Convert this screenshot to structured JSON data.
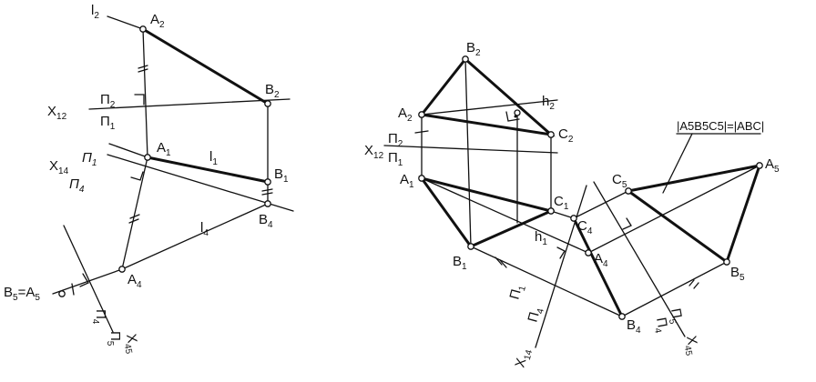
{
  "left_figure": {
    "line_l2": {
      "base": "l",
      "sub": "2"
    },
    "line_l1": {
      "base": "l",
      "sub": "1"
    },
    "line_l4": {
      "base": "l",
      "sub": "4"
    },
    "point_A2": {
      "base": "A",
      "sub": "2"
    },
    "point_B2": {
      "base": "B",
      "sub": "2"
    },
    "point_A1": {
      "base": "A",
      "sub": "1"
    },
    "point_B1": {
      "base": "B",
      "sub": "1"
    },
    "point_B4": {
      "base": "B",
      "sub": "4"
    },
    "point_A4": {
      "base": "A",
      "sub": "4"
    },
    "point_B5A5": {
      "b": "B",
      "b_sub": "5",
      "eq": "=A",
      "a_sub": "5"
    },
    "axis_x12": {
      "base": "X",
      "sub": "12"
    },
    "axis_x14": {
      "base": "X",
      "sub": "14"
    },
    "axis_x45": {
      "base": "X",
      "sub": "45"
    },
    "plane_p2": {
      "base": "П",
      "sub": "2"
    },
    "plane_p1": {
      "base": "П",
      "sub": "1"
    },
    "plane_p1b": {
      "base": "П",
      "sub": "1"
    },
    "plane_p4": {
      "base": "П",
      "sub": "4"
    },
    "plane_p4b": {
      "base": "П",
      "sub": "4"
    },
    "plane_p5": {
      "base": "П",
      "sub": "5"
    }
  },
  "right_figure": {
    "point_A2": {
      "base": "A",
      "sub": "2"
    },
    "point_B2": {
      "base": "B",
      "sub": "2"
    },
    "point_C2": {
      "base": "C",
      "sub": "2"
    },
    "point_A1": {
      "base": "A",
      "sub": "1"
    },
    "point_B1": {
      "base": "B",
      "sub": "1"
    },
    "point_C1": {
      "base": "C",
      "sub": "1"
    },
    "point_C4": {
      "base": "C",
      "sub": "4"
    },
    "point_A4": {
      "base": "A",
      "sub": "4"
    },
    "point_B4": {
      "base": "B",
      "sub": "4"
    },
    "point_C5": {
      "base": "C",
      "sub": "5"
    },
    "point_A5": {
      "base": "A",
      "sub": "5"
    },
    "point_B5": {
      "base": "B",
      "sub": "5"
    },
    "h2": {
      "base": "h",
      "sub": "2"
    },
    "h1": {
      "base": "h",
      "sub": "1"
    },
    "axis_x12": {
      "base": "X",
      "sub": "12"
    },
    "axis_x14": {
      "base": "X",
      "sub": "14"
    },
    "axis_x45": {
      "base": "X",
      "sub": "45"
    },
    "plane_p2": {
      "base": "П",
      "sub": "2"
    },
    "plane_p1": {
      "base": "П",
      "sub": "1"
    },
    "plane_p1b": {
      "base": "П",
      "sub": "1"
    },
    "plane_p4": {
      "base": "П",
      "sub": "4"
    },
    "plane_p5": {
      "base": "П",
      "sub": "5"
    },
    "plane_p4b": {
      "base": "П",
      "sub": "4"
    },
    "true_size_label": "|A5B5C5|=|ABC|"
  }
}
